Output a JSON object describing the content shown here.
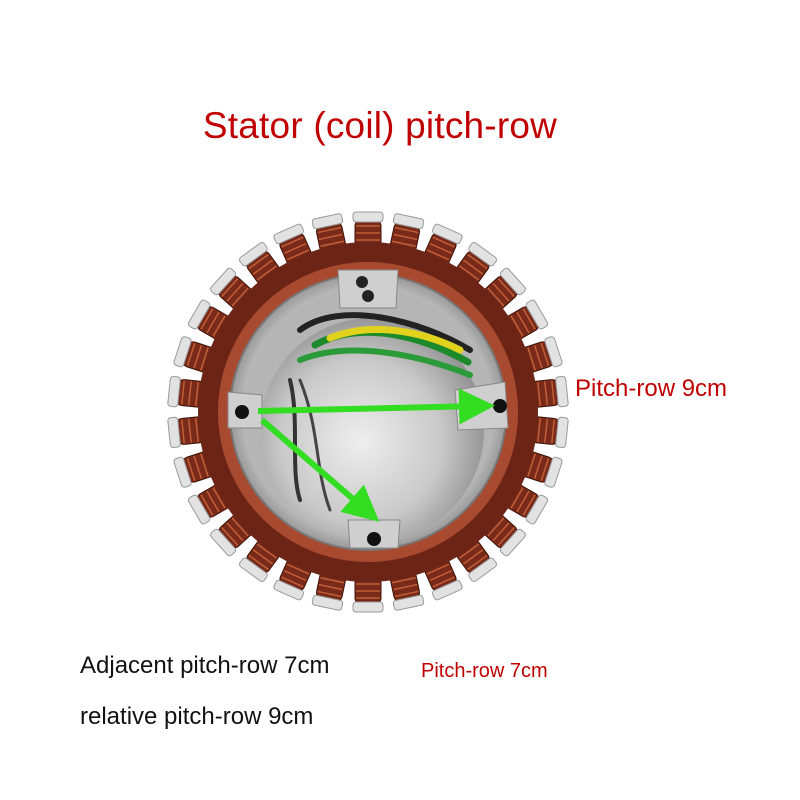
{
  "title": "Stator (coil) pitch-row",
  "labels": {
    "pitch_9": "Pitch-row 9cm",
    "pitch_7": "Pitch-row 7cm"
  },
  "notes": {
    "adjacent": "Adjacent pitch-row 7cm",
    "relative": "relative pitch-row 9cm"
  },
  "colors": {
    "title_red": "#c00000",
    "arrow_green": "#33dd22",
    "copper": "#7a2a18",
    "housing": "#c8c8c8"
  }
}
